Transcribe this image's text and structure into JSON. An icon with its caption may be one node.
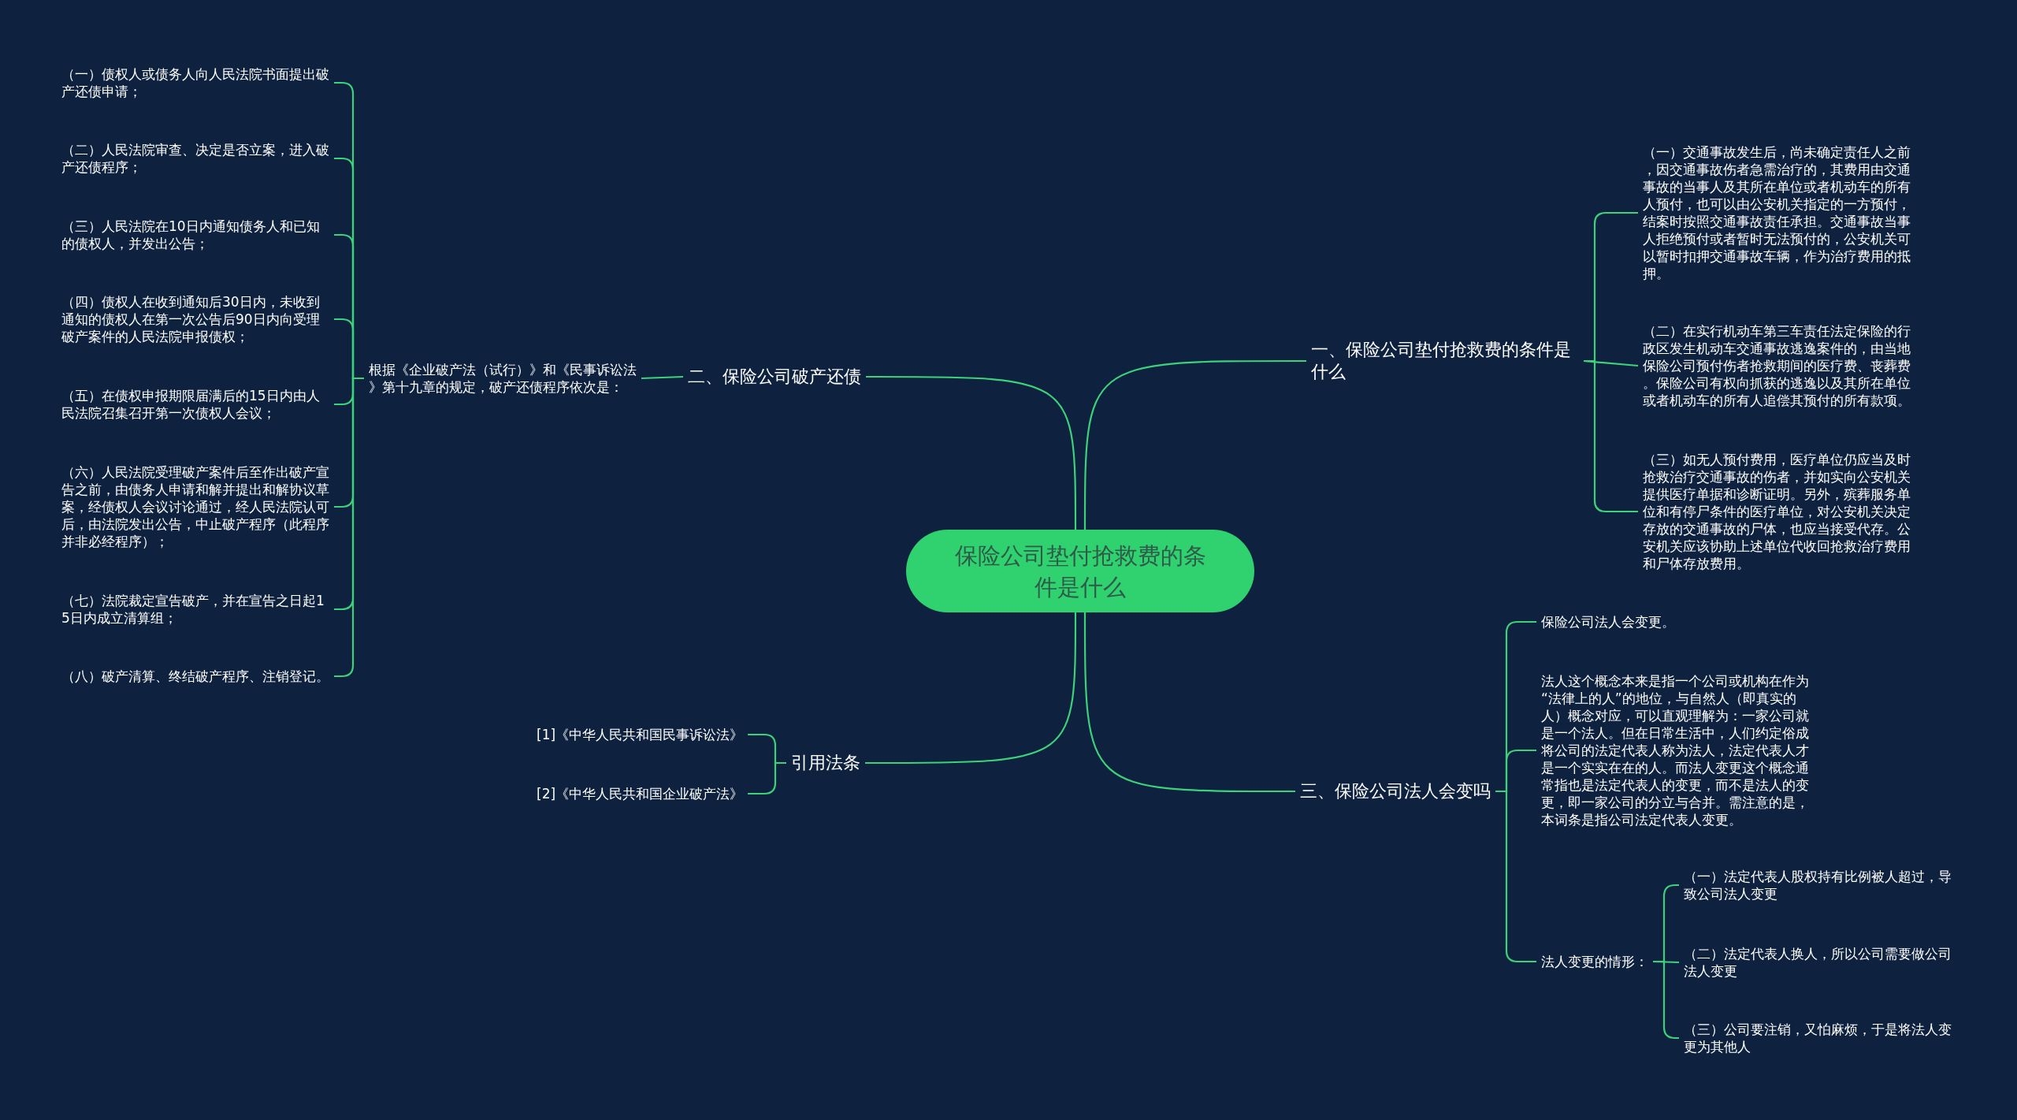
{
  "diagram": {
    "nodes": [
      {
        "text": [
          "保险公司垫付抢救费的条件是什么"
        ]
      },
      {
        "text": [
          "一、保险公司垫付抢救费的条件是什么"
        ]
      },
      {
        "text": [
          "（一）交通事故发生后，尚未确定责任人之前，因交通事故伤者急需治疗的，其费用由交通事故的当事人及其所在单位或者机动车的所有人预付，也可以由公安机关指定的一方预付，结案时按照交通事故责任承担。交通事故当事人拒绝预付或者暂时无法预付的，公安机关可以暂时扣押交通事故车辆，作为治疗费用的抵押。"
        ]
      },
      {
        "text": [
          "（二）在实行机动车第三车责任法定保险的行政区发生机动车交通事故逃逸案件的，由当地保险公司预付伤者抢救期间的医疗费、丧葬费。保险公司有权向抓获的逃逸以及其所在单位或者机动车的所有人追偿其预付的所有款项。"
        ]
      },
      {
        "text": [
          "（三）如无人预付费用，医疗单位仍应当及时抢救治疗交通事故的伤者，并如实向公安机关提供医疗单据和诊断证明。另外，殡葬服务单位和有停尸条件的医疗单位，对公安机关决定存放的交通事故的尸体，也应当接受代存。公安机关应该协助上述单位代收回抢救治疗费用和尸体存放费用。"
        ]
      },
      {
        "text": [
          "二、保险公司破产还债"
        ]
      },
      {
        "text": [
          "根据《企业破产法（试行）》和《民事诉讼法》第十九章的规定，破产还债程序依次是："
        ]
      },
      {
        "text": [
          "（一）债权人或债务人向人民法院书面提出破产还债申请；"
        ]
      },
      {
        "text": [
          "（二）人民法院审查、决定是否立案，进入破产还债程序；"
        ]
      },
      {
        "text": [
          "（三）人民法院在10日内通知债务人和已知的债权人，并发出公告；"
        ]
      },
      {
        "text": [
          "（四）债权人在收到通知后30日内，未收到通知的债权人在第一次公告后90日内向受理破产案件的人民法院申报债权；"
        ]
      },
      {
        "text": [
          "（五）在债权申报期限届满后的15日内由人民法院召集召开第一次债权人会议；"
        ]
      },
      {
        "text": [
          "（六）人民法院受理破产案件后至作出破产宣告之前，由债务人申请和解并提出和解协议草案，经债权人会议讨论通过，经人民法院认可后，由法院发出公告，中止破产程序（此程序并非必经程序）；"
        ]
      },
      {
        "text": [
          "（七）法院裁定宣告破产，并在宣告之日起15日内成立清算组；"
        ]
      },
      {
        "text": [
          "（八）破产清算、终结破产程序、注销登记。"
        ]
      },
      {
        "text": [
          "引用法条"
        ]
      },
      {
        "text": [
          "[1]《中华人民共和国民事诉讼法》"
        ]
      },
      {
        "text": [
          "[2]《中华人民共和国企业破产法》"
        ]
      },
      {
        "text": [
          "三、保险公司法人会变吗"
        ]
      },
      {
        "text": [
          "保险公司法人会变更。"
        ]
      },
      {
        "text": [
          "法人这个概念本来是指一个公司或机构在作为“法律上的人”的地位，与自然人（即真实的人）概念对应，可以直观理解为：一家公司就是一个法人。但在日常生活中，人们约定俗成将公司的法定代表人称为法人，法定代表人才是一个实实在在的人。而法人变更这个概念通常指也是法定代表人的变更，而不是法人的变更，即一家公司的分立与合并。需注意的是，本词条是指公司法定代表人变更。"
        ]
      },
      {
        "text": [
          "法人变更的情形："
        ]
      },
      {
        "text": [
          "（一）法定代表人股权持有比例被人超过，导致公司法人变更"
        ]
      },
      {
        "text": [
          "（二）法定代表人换人，所以公司需要做公司法人变更"
        ]
      },
      {
        "text": [
          "（三）公司要注销，又怕麻烦，于是将法人变更为其他人"
        ]
      }
    ],
    "edges": [
      {
        "from": 0,
        "to": 1,
        "arrow": "none"
      },
      {
        "from": 1,
        "to": 2,
        "arrow": "none"
      },
      {
        "from": 1,
        "to": 3,
        "arrow": "none"
      },
      {
        "from": 1,
        "to": 4,
        "arrow": "none"
      },
      {
        "from": 0,
        "to": 5,
        "arrow": "none"
      },
      {
        "from": 5,
        "to": 6,
        "arrow": "none"
      },
      {
        "from": 6,
        "to": 7,
        "arrow": "none"
      },
      {
        "from": 6,
        "to": 8,
        "arrow": "none"
      },
      {
        "from": 6,
        "to": 9,
        "arrow": "none"
      },
      {
        "from": 6,
        "to": 10,
        "arrow": "none"
      },
      {
        "from": 6,
        "to": 11,
        "arrow": "none"
      },
      {
        "from": 6,
        "to": 12,
        "arrow": "none"
      },
      {
        "from": 6,
        "to": 13,
        "arrow": "none"
      },
      {
        "from": 6,
        "to": 14,
        "arrow": "none"
      },
      {
        "from": 0,
        "to": 15,
        "arrow": "none"
      },
      {
        "from": 15,
        "to": 16,
        "arrow": "none"
      },
      {
        "from": 15,
        "to": 17,
        "arrow": "none"
      },
      {
        "from": 0,
        "to": 18,
        "arrow": "none"
      },
      {
        "from": 18,
        "to": 19,
        "arrow": "none"
      },
      {
        "from": 18,
        "to": 20,
        "arrow": "none"
      },
      {
        "from": 18,
        "to": 21,
        "arrow": "none"
      },
      {
        "from": 21,
        "to": 22,
        "arrow": "none"
      },
      {
        "from": 21,
        "to": 23,
        "arrow": "none"
      },
      {
        "from": 21,
        "to": 24,
        "arrow": "none"
      }
    ]
  }
}
